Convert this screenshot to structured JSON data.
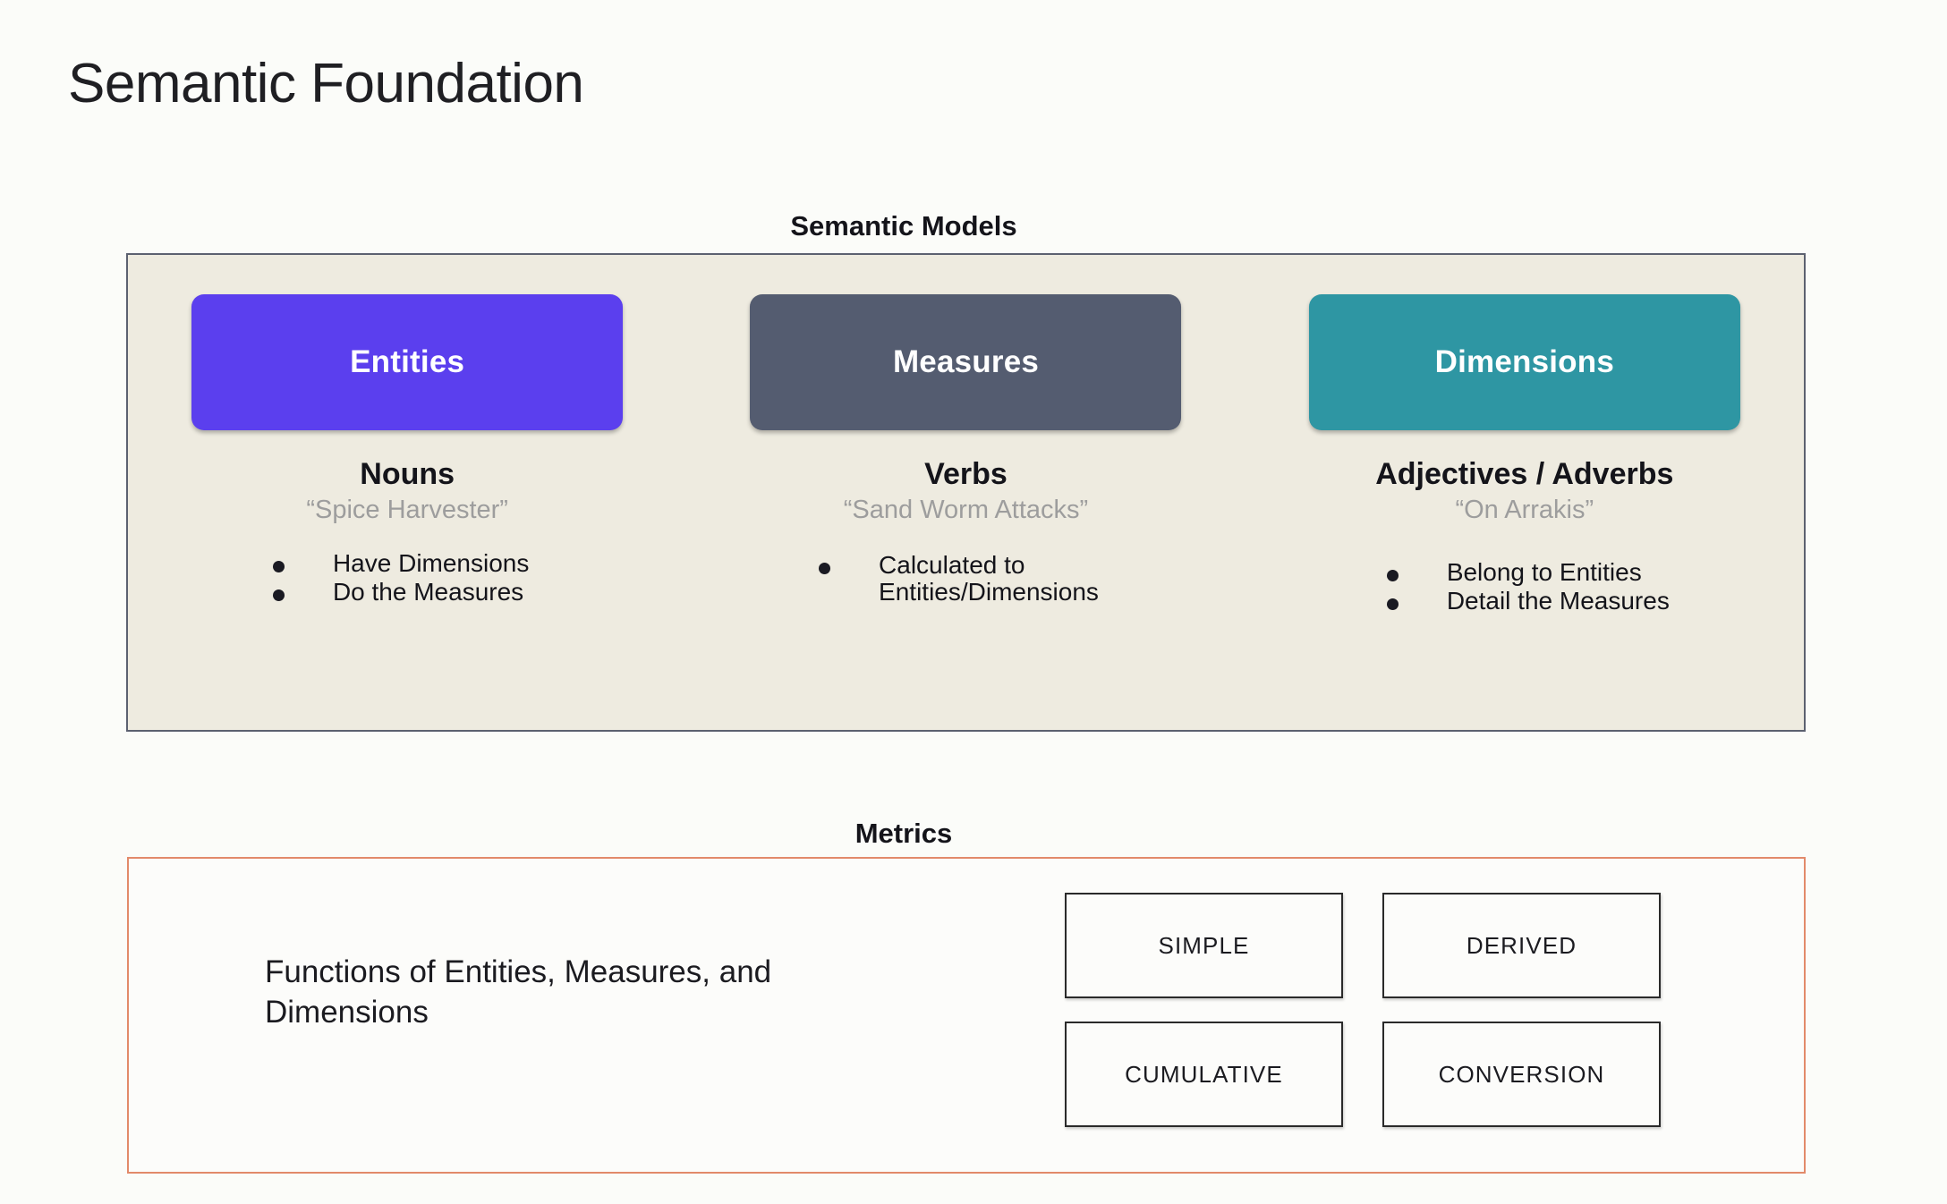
{
  "page": {
    "title": "Semantic Foundation",
    "background_color": "#FBFCF9"
  },
  "semantic_models": {
    "heading": "Semantic Models",
    "panel_background": "#EEEBE0",
    "panel_border_color": "#5C6170",
    "columns": [
      {
        "card_label": "Entities",
        "card_color": "#5B3FEE",
        "part_of_speech": "Nouns",
        "example": "“Spice Harvester”",
        "bullets": [
          "Have Dimensions",
          "Do the Measures"
        ]
      },
      {
        "card_label": "Measures",
        "card_color": "#545C70",
        "part_of_speech": "Verbs",
        "example": "“Sand Worm Attacks”",
        "bullets": [
          "Calculated to\nEntities/Dimensions"
        ]
      },
      {
        "card_label": "Dimensions",
        "card_color": "#2E96A3",
        "part_of_speech": "Adjectives / Adverbs",
        "example": "“On Arrakis”",
        "bullets": [
          "Belong to Entities",
          "Detail the Measures"
        ]
      }
    ]
  },
  "metrics": {
    "heading": "Metrics",
    "panel_border_color": "#E28A6A",
    "description": "Functions of Entities, Measures, and Dimensions",
    "types": [
      "SIMPLE",
      "DERIVED",
      "CUMULATIVE",
      "CONVERSION"
    ]
  }
}
